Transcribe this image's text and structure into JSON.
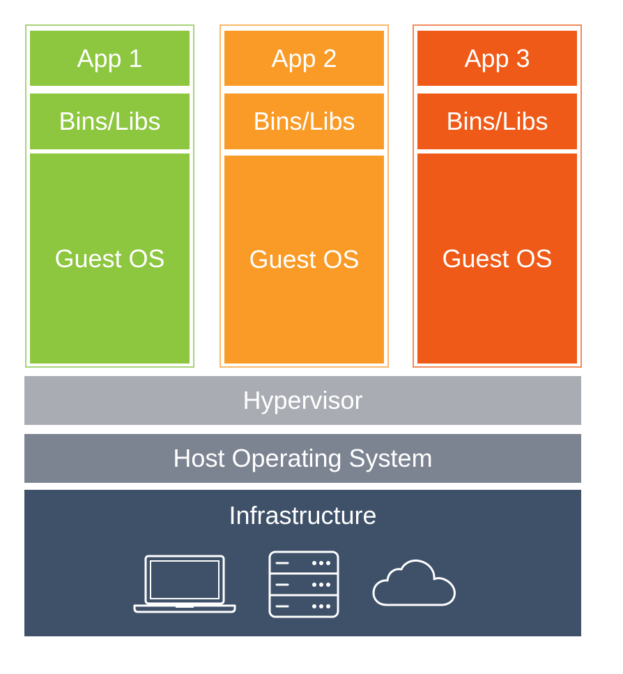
{
  "vms": [
    {
      "app": "App 1",
      "libs": "Bins/Libs",
      "os": "Guest OS",
      "color": "#8dc63f",
      "border": "#a8d27a"
    },
    {
      "app": "App 2",
      "libs": "Bins/Libs",
      "os": "Guest OS",
      "color": "#f99b26",
      "border": "#fbb86a"
    },
    {
      "app": "App 3",
      "libs": "Bins/Libs",
      "os": "Guest OS",
      "color": "#ef5a18",
      "border": "#f28a5a"
    }
  ],
  "layers": {
    "hypervisor": "Hypervisor",
    "host_os": "Host Operating System",
    "infrastructure": "Infrastructure"
  },
  "infrastructure_icons": [
    "laptop-icon",
    "server-icon",
    "cloud-icon"
  ]
}
